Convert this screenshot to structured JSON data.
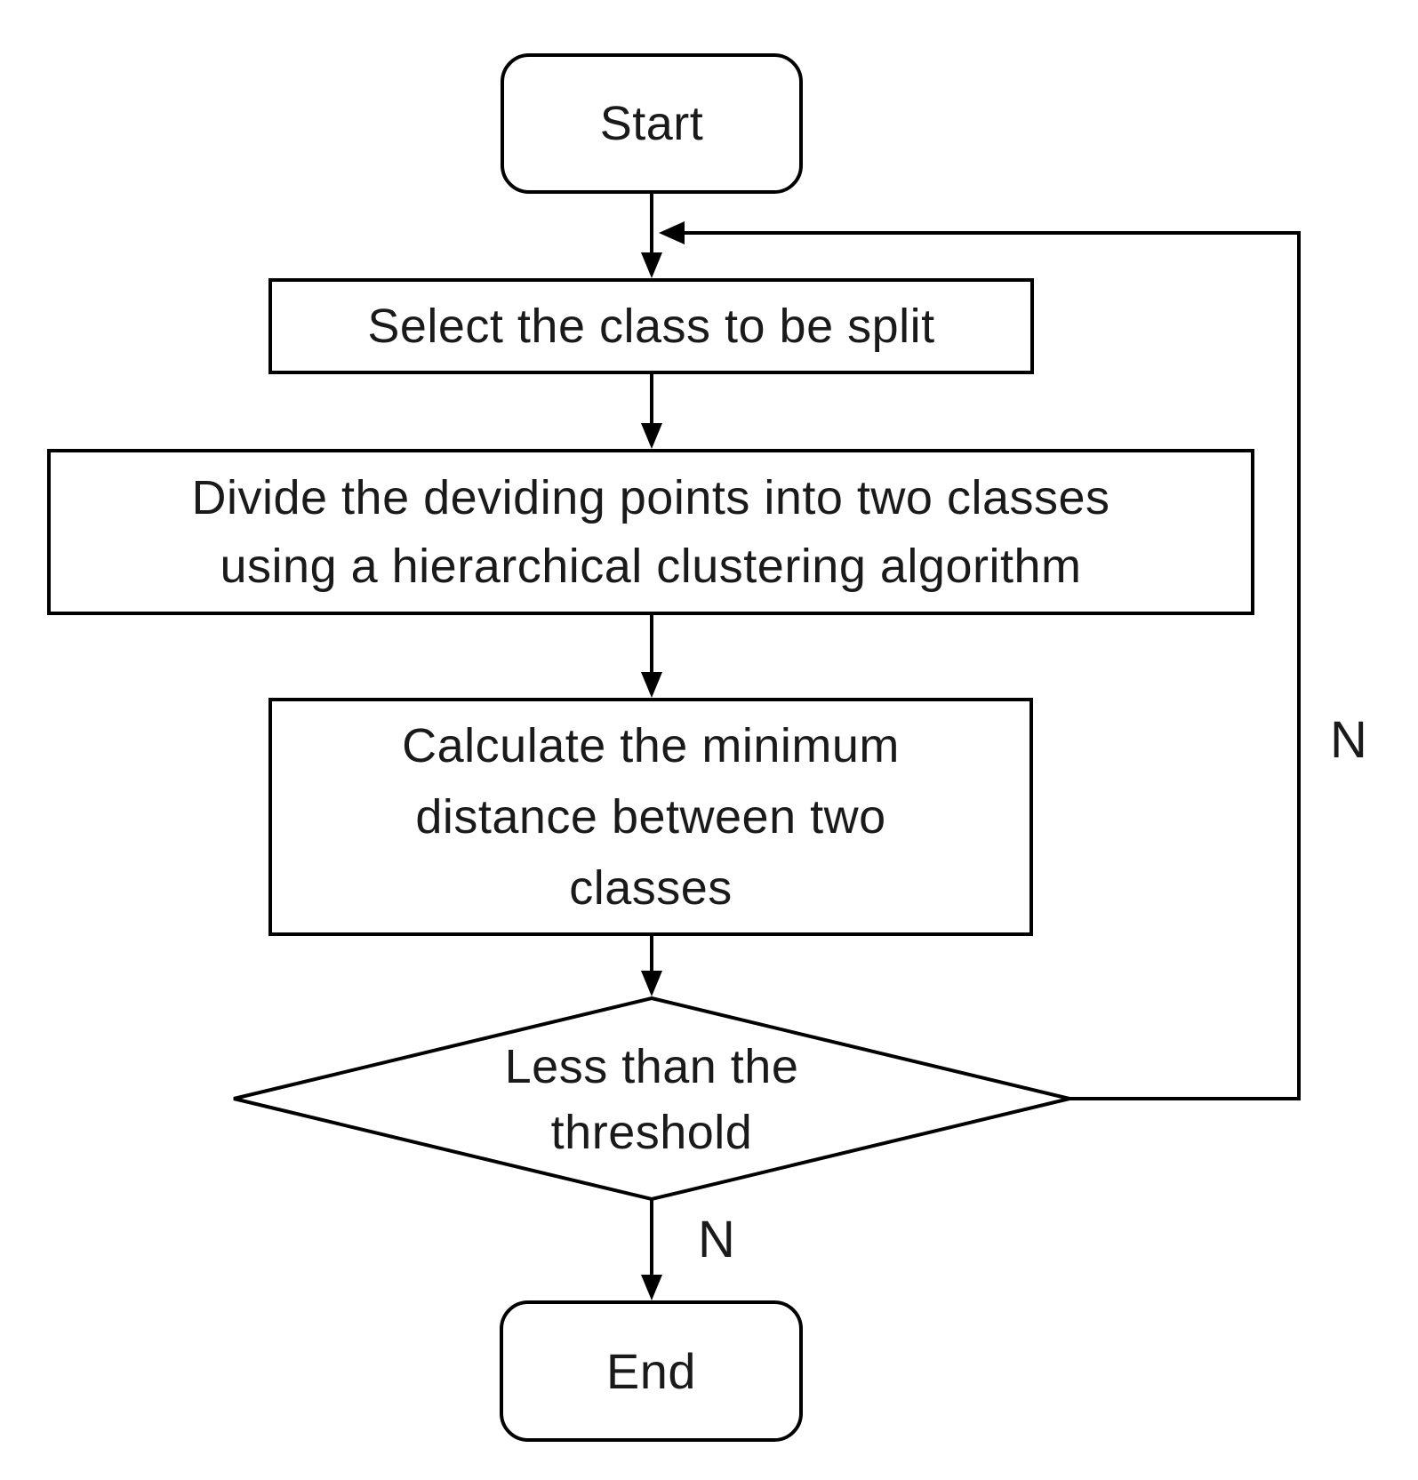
{
  "diagram": {
    "type": "flowchart",
    "background_color": "#ffffff",
    "stroke_color": "#000000",
    "text_color": "#1a1a1a",
    "nodes": {
      "start": {
        "shape": "terminator",
        "label": "Start"
      },
      "select": {
        "shape": "process",
        "label": "Select the class to be split"
      },
      "divide": {
        "shape": "process",
        "line1": "Divide the deviding points into two classes",
        "line2": "using a hierarchical clustering algorithm"
      },
      "calculate": {
        "shape": "process",
        "line1": "Calculate the minimum",
        "line2": "distance between two",
        "line3": "classes"
      },
      "decision": {
        "shape": "diamond",
        "line1": "Less than the",
        "line2": "threshold"
      },
      "end": {
        "shape": "terminator",
        "label": "End"
      }
    },
    "edge_labels": {
      "loop_no": "N",
      "decision_no": "N"
    }
  }
}
